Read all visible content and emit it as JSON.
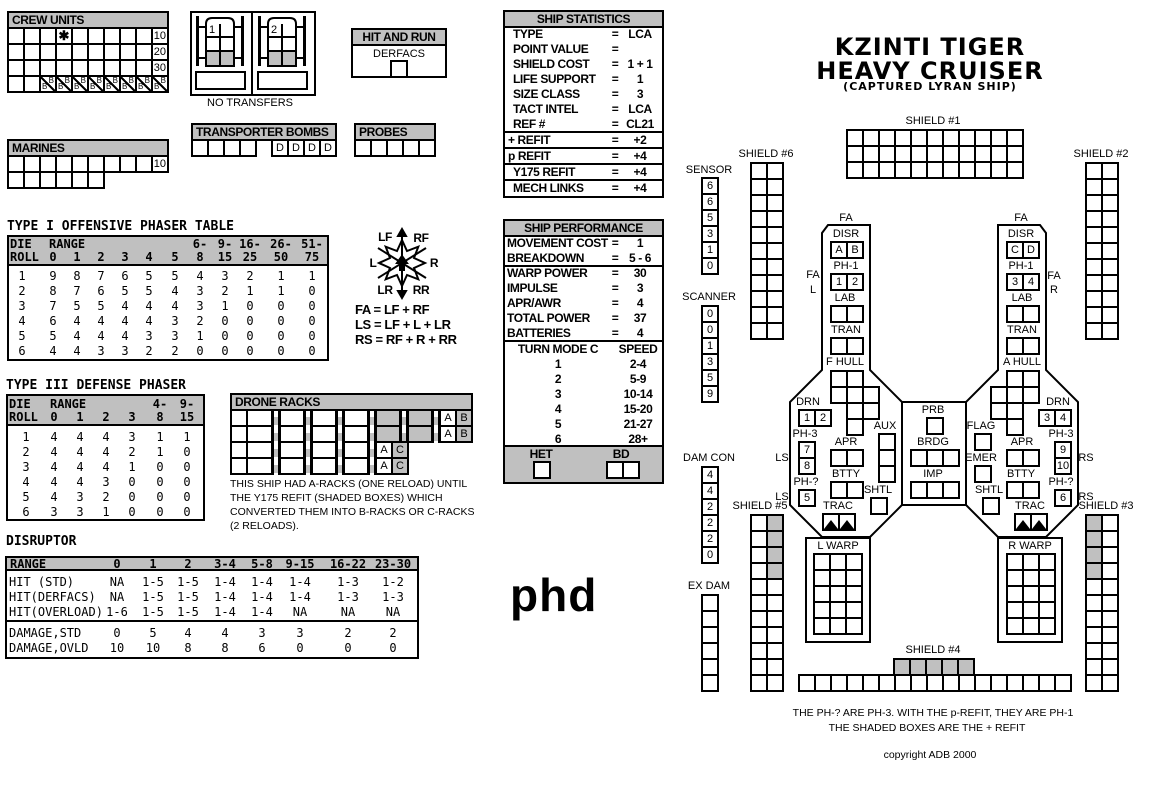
{
  "title": {
    "line1": "KZINTI TIGER",
    "line2": "HEAVY CRUISER",
    "line3": "(CAPTURED LYRAN SHIP)"
  },
  "crew_units": {
    "title": "CREW UNITS",
    "row_marks": [
      "10",
      "20",
      "30"
    ],
    "boarding_mark": "B"
  },
  "marines": {
    "title": "MARINES",
    "row_mark": "10"
  },
  "shuttle_bay": {
    "bays": [
      "1",
      "2"
    ],
    "note": "NO TRANSFERS"
  },
  "hit_and_run": {
    "title": "HIT AND RUN",
    "label": "DERFACS"
  },
  "transporter_bombs": {
    "title": "TRANSPORTER BOMBS",
    "dummy": [
      "D",
      "D",
      "D",
      "D"
    ]
  },
  "probes": {
    "title": "PROBES"
  },
  "phaser1": {
    "title": "TYPE I OFFENSIVE PHASER TABLE",
    "die": "DIE",
    "roll": "ROLL",
    "range": "RANGE",
    "cols_top": [
      "",
      "",
      "",
      "",
      "",
      "",
      "6-",
      "9-",
      "16-",
      "26-",
      "51-"
    ],
    "cols_bottom": [
      "0",
      "1",
      "2",
      "3",
      "4",
      "5",
      "8",
      "15",
      "25",
      "50",
      "75"
    ],
    "rows": [
      [
        "1",
        "9",
        "8",
        "7",
        "6",
        "5",
        "5",
        "4",
        "3",
        "2",
        "1",
        "1"
      ],
      [
        "2",
        "8",
        "7",
        "6",
        "5",
        "5",
        "4",
        "3",
        "2",
        "1",
        "1",
        "0"
      ],
      [
        "3",
        "7",
        "5",
        "5",
        "4",
        "4",
        "4",
        "3",
        "1",
        "0",
        "0",
        "0"
      ],
      [
        "4",
        "6",
        "4",
        "4",
        "4",
        "4",
        "3",
        "2",
        "0",
        "0",
        "0",
        "0"
      ],
      [
        "5",
        "5",
        "4",
        "4",
        "4",
        "3",
        "3",
        "1",
        "0",
        "0",
        "0",
        "0"
      ],
      [
        "6",
        "4",
        "4",
        "3",
        "3",
        "2",
        "2",
        "0",
        "0",
        "0",
        "0",
        "0"
      ]
    ]
  },
  "arcs": {
    "labels": {
      "lf": "LF",
      "rf": "RF",
      "l": "L",
      "r": "R",
      "lr": "LR",
      "rr": "RR"
    },
    "formulas": [
      "FA = LF + RF",
      "LS = LF + L + LR",
      "RS = RF + R + RR"
    ]
  },
  "phaser3": {
    "title": "TYPE III DEFENSE PHASER",
    "die": "DIE",
    "roll": "ROLL",
    "range": "RANGE",
    "cols_top": [
      "",
      "",
      "",
      "",
      "4-",
      "9-"
    ],
    "cols_bottom": [
      "0",
      "1",
      "2",
      "3",
      "8",
      "15"
    ],
    "rows": [
      [
        "1",
        "4",
        "4",
        "4",
        "3",
        "1",
        "1"
      ],
      [
        "2",
        "4",
        "4",
        "4",
        "2",
        "1",
        "0"
      ],
      [
        "3",
        "4",
        "4",
        "4",
        "1",
        "0",
        "0"
      ],
      [
        "4",
        "4",
        "4",
        "3",
        "0",
        "0",
        "0"
      ],
      [
        "5",
        "4",
        "3",
        "2",
        "0",
        "0",
        "0"
      ],
      [
        "6",
        "3",
        "3",
        "1",
        "0",
        "0",
        "0"
      ]
    ]
  },
  "drone_racks": {
    "title": "DRONE RACKS",
    "marks": {
      "a": "A",
      "b": "B",
      "c": "C"
    },
    "note": [
      "THIS SHIP HAD A-RACKS (ONE RELOAD) UNTIL",
      "THE Y175 REFIT (SHADED BOXES) WHICH",
      "CONVERTED THEM INTO B-RACKS OR C-RACKS",
      "(2 RELOADS)."
    ]
  },
  "disruptor": {
    "title": "DISRUPTOR",
    "header": [
      "RANGE",
      "0",
      "1",
      "2",
      "3-4",
      "5-8",
      "9-15",
      "16-22",
      "23-30"
    ],
    "hit_rows": [
      [
        "HIT (STD)",
        "NA",
        "1-5",
        "1-5",
        "1-4",
        "1-4",
        "1-4",
        "1-3",
        "1-2"
      ],
      [
        "HIT(DERFACS)",
        "NA",
        "1-5",
        "1-5",
        "1-4",
        "1-4",
        "1-4",
        "1-3",
        "1-3"
      ],
      [
        "HIT(OVERLOAD)",
        "1-6",
        "1-5",
        "1-5",
        "1-4",
        "1-4",
        "NA",
        "NA",
        "NA"
      ]
    ],
    "damage_rows": [
      [
        "DAMAGE,STD",
        "0",
        "5",
        "4",
        "4",
        "3",
        "3",
        "2",
        "2"
      ],
      [
        "DAMAGE,OVLD",
        "10",
        "10",
        "8",
        "8",
        "6",
        "0",
        "0",
        "0"
      ]
    ]
  },
  "ship_statistics": {
    "title": "SHIP STATISTICS",
    "rows": [
      {
        "label": "TYPE",
        "eq": "=",
        "value": "LCA"
      },
      {
        "label": "POINT VALUE",
        "eq": "=",
        "value": ""
      },
      {
        "label": "SHIELD COST",
        "eq": "=",
        "value": "1 + 1"
      },
      {
        "label": "LIFE SUPPORT",
        "eq": "=",
        "value": "1"
      },
      {
        "label": "SIZE CLASS",
        "eq": "=",
        "value": "3"
      },
      {
        "label": "TACT INTEL",
        "eq": "=",
        "value": "LCA"
      },
      {
        "label": "REF #",
        "eq": "=",
        "value": "CL21"
      },
      {
        "label": "+ REFIT",
        "eq": "=",
        "value": "+2"
      },
      {
        "label": "p REFIT",
        "eq": "=",
        "value": "+4"
      },
      {
        "label": "Y175 REFIT",
        "eq": "=",
        "value": "+4"
      },
      {
        "label": "MECH LINKS",
        "eq": "=",
        "value": "+4"
      }
    ]
  },
  "ship_performance": {
    "title": "SHIP PERFORMANCE",
    "rows": [
      {
        "label": "MOVEMENT COST",
        "eq": "=",
        "value": "1"
      },
      {
        "label": "BREAKDOWN",
        "eq": "=",
        "value": "5 - 6"
      },
      {
        "label": "WARP POWER",
        "eq": "=",
        "value": "30"
      },
      {
        "label": "IMPULSE",
        "eq": "=",
        "value": "3"
      },
      {
        "label": "APR/AWR",
        "eq": "=",
        "value": "4"
      },
      {
        "label": "TOTAL POWER",
        "eq": "=",
        "value": "37"
      },
      {
        "label": "BATTERIES",
        "eq": "=",
        "value": "4"
      }
    ],
    "turn_mode_header": [
      "TURN MODE C",
      "SPEED"
    ],
    "turn_mode": [
      [
        "1",
        "2-4"
      ],
      [
        "2",
        "5-9"
      ],
      [
        "3",
        "10-14"
      ],
      [
        "4",
        "15-20"
      ],
      [
        "5",
        "21-27"
      ],
      [
        "6",
        "28+"
      ]
    ],
    "het": "HET",
    "bd": "BD"
  },
  "logo": "phd",
  "ssd": {
    "shields": {
      "s1": "SHIELD #1",
      "s2": "SHIELD #2",
      "s3": "SHIELD #3",
      "s4": "SHIELD #4",
      "s5": "SHIELD #5",
      "s6": "SHIELD #6"
    },
    "sensor": {
      "label": "SENSOR",
      "values": [
        "6",
        "6",
        "5",
        "3",
        "1",
        "0"
      ]
    },
    "scanner": {
      "label": "SCANNER",
      "values": [
        "0",
        "0",
        "1",
        "3",
        "5",
        "9"
      ]
    },
    "damcon": {
      "label": "DAM CON",
      "values": [
        "4",
        "4",
        "2",
        "2",
        "2",
        "0"
      ]
    },
    "exdam": {
      "label": "EX DAM"
    },
    "systems": {
      "fa": "FA",
      "fa_l": [
        "FA",
        "L"
      ],
      "fa_r": [
        "FA",
        "R"
      ],
      "disr": "DISR",
      "ph1": "PH-1",
      "lab": "LAB",
      "tran": "TRAN",
      "fhull": "F HULL",
      "ahull": "A HULL",
      "drn": "DRN",
      "ph3": "PH-3",
      "phq": "PH-?",
      "apr": "APR",
      "btty": "BTTY",
      "trac": "TRAC",
      "aux": "AUX",
      "shtl": "SHTL",
      "prb": "PRB",
      "brdg": "BRDG",
      "imp": "IMP",
      "flag": "FLAG",
      "emer": "EMER",
      "lwarp": "L WARP",
      "rwarp": "R WARP",
      "ls": "LS",
      "rs": "RS"
    },
    "box_labels": {
      "disr_l": [
        "A",
        "B"
      ],
      "disr_r": [
        "C",
        "D"
      ],
      "ph1_l": [
        "1",
        "2"
      ],
      "ph1_r": [
        "3",
        "4"
      ],
      "drn_l": [
        "1",
        "2"
      ],
      "drn_r": [
        "3",
        "4"
      ],
      "ph3_l": [
        "7",
        "8"
      ],
      "ph3_r": [
        "9",
        "10"
      ],
      "phq_l": [
        "5"
      ],
      "phq_r": [
        "6"
      ]
    }
  },
  "notes": [
    "THE PH-? ARE PH-3.  WITH THE p-REFIT, THEY ARE PH-1",
    "THE SHADED BOXES ARE THE + REFIT"
  ],
  "copyright": "copyright ADB 2000"
}
